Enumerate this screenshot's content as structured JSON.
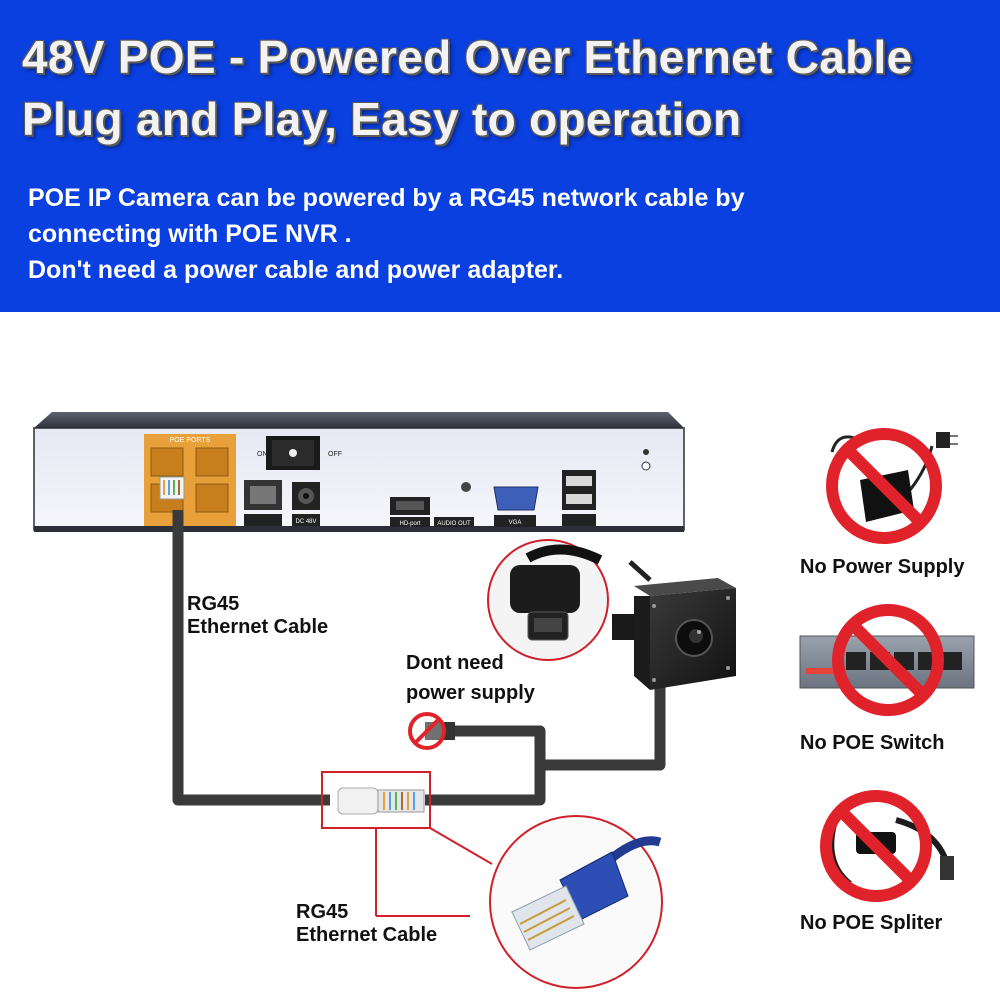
{
  "banner": {
    "headline_1": "48V POE - Powered Over Ethernet Cable",
    "headline_2": "Plug and Play, Easy to operation",
    "desc_1": "POE IP Camera can be powered by a RG45 network cable by",
    "desc_2": "connecting with POE NVR .",
    "desc_3": "Don't need a power cable and power adapter."
  },
  "nvr": {
    "poe_ports_label": "POE PORTS",
    "on_label": "ON",
    "off_label": "OFF",
    "dc_label": "DC 48V",
    "hd_label": "HD-port",
    "audio_label": "AUDIO OUT",
    "vga_label": "VGA"
  },
  "labels": {
    "cable_top_1": "RG45",
    "cable_top_2": "Ethernet Cable",
    "no_psu_1": "Dont need",
    "no_psu_2": "power supply",
    "cable_bottom_1": "RG45",
    "cable_bottom_2": "Ethernet Cable"
  },
  "not_needed": [
    {
      "label": "No Power Supply",
      "icon": "power-adapter-icon"
    },
    {
      "label": "No POE Switch",
      "icon": "poe-switch-icon"
    },
    {
      "label": "No POE Spliter",
      "icon": "poe-splitter-icon"
    }
  ],
  "colors": {
    "banner_blue": "#0a3fe0",
    "prohibit_red": "#e0222a",
    "poe_port_orange": "#e8a13a",
    "cable_dark": "#3a3a3a"
  }
}
